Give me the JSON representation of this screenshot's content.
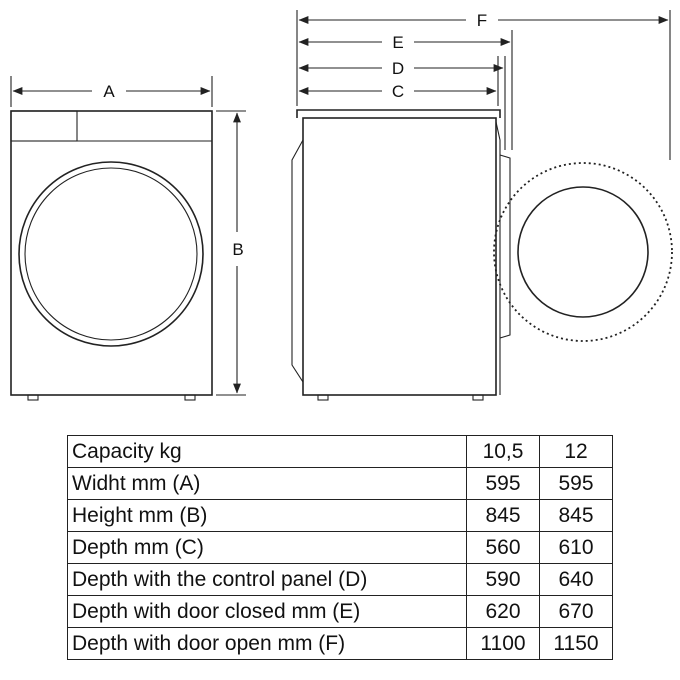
{
  "dimension_letters": {
    "a": "A",
    "b": "B",
    "c": "C",
    "d": "D",
    "e": "E",
    "f": "F"
  },
  "table": {
    "header": {
      "label": "Capacity kg",
      "values": [
        "10,5",
        "12"
      ]
    },
    "rows": [
      {
        "label": "Widht mm (A)",
        "values": [
          "595",
          "595"
        ]
      },
      {
        "label": "Height mm (B)",
        "values": [
          "845",
          "845"
        ]
      },
      {
        "label": "Depth mm (C)",
        "values": [
          "560",
          "610"
        ]
      },
      {
        "label": "Depth with the control panel (D)",
        "values": [
          "590",
          "640"
        ]
      },
      {
        "label": "Depth with door closed mm (E)",
        "values": [
          "620",
          "670"
        ]
      },
      {
        "label": "Depth with door open mm (F)",
        "values": [
          "1100",
          "1150"
        ]
      }
    ]
  }
}
